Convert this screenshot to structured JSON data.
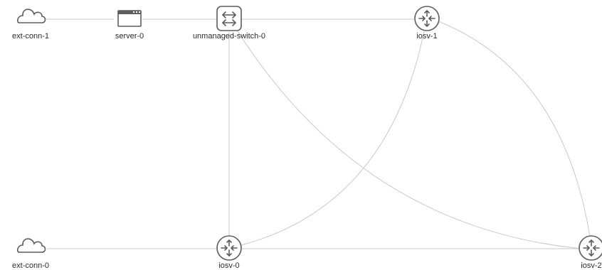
{
  "nodes": {
    "ext_conn_1": {
      "label": "ext-conn-1",
      "icon": "cloud-icon"
    },
    "server_0": {
      "label": "server-0",
      "icon": "server-icon"
    },
    "unmanaged_switch_0": {
      "label": "unmanaged-switch-0",
      "icon": "switch-icon"
    },
    "iosv_1": {
      "label": "iosv-1",
      "icon": "router-icon"
    },
    "ext_conn_0": {
      "label": "ext-conn-0",
      "icon": "cloud-icon"
    },
    "iosv_0": {
      "label": "iosv-0",
      "icon": "router-icon"
    },
    "iosv_2": {
      "label": "iosv-2",
      "icon": "router-icon"
    }
  },
  "links": [
    {
      "from": "ext-conn-1",
      "to": "server-0"
    },
    {
      "from": "server-0",
      "to": "unmanaged-switch-0"
    },
    {
      "from": "unmanaged-switch-0",
      "to": "iosv-1"
    },
    {
      "from": "unmanaged-switch-0",
      "to": "iosv-0"
    },
    {
      "from": "unmanaged-switch-0",
      "to": "iosv-2"
    },
    {
      "from": "iosv-1",
      "to": "iosv-0"
    },
    {
      "from": "iosv-1",
      "to": "iosv-2"
    },
    {
      "from": "ext-conn-0",
      "to": "iosv-0"
    },
    {
      "from": "iosv-0",
      "to": "iosv-2"
    }
  ],
  "colors": {
    "icon": "#5c5c5c",
    "link": "#c9c9c9",
    "label": "#2b2b2b",
    "background": "#ffffff"
  }
}
